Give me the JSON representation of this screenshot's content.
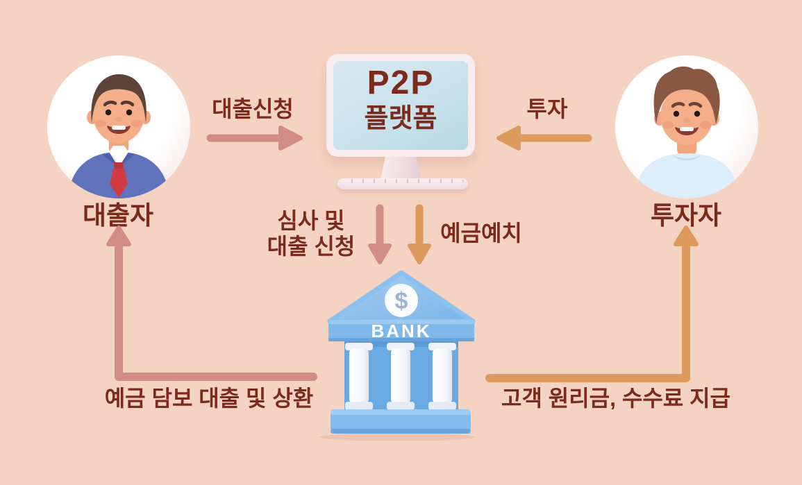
{
  "colors": {
    "background": "#f5d3c2",
    "label_text": "#7b2b1e",
    "arrow_pink": "#d18c86",
    "arrow_orange": "#dd9a5d",
    "bank_blue": "#7fb9ea",
    "screen_blue": "#c9e2ec",
    "monitor_frame": "#f8ecee"
  },
  "actors": {
    "borrower": {
      "label": "대출자"
    },
    "investor": {
      "label": "투자자"
    }
  },
  "platform": {
    "name_line1": "P2P",
    "name_line2": "플랫폼"
  },
  "bank": {
    "sign": "BANK",
    "currency_symbol": "$"
  },
  "flows": {
    "loan_application": {
      "label": "대출신청"
    },
    "investment": {
      "label": "투자"
    },
    "review": {
      "label_line1": "심사 및",
      "label_line2": "대출 신청"
    },
    "deposit": {
      "label": "예금예치"
    },
    "secured_loan": {
      "label": "예금 담보 대출 및 상환"
    },
    "payout": {
      "label": "고객 원리금, 수수료 지급"
    }
  }
}
